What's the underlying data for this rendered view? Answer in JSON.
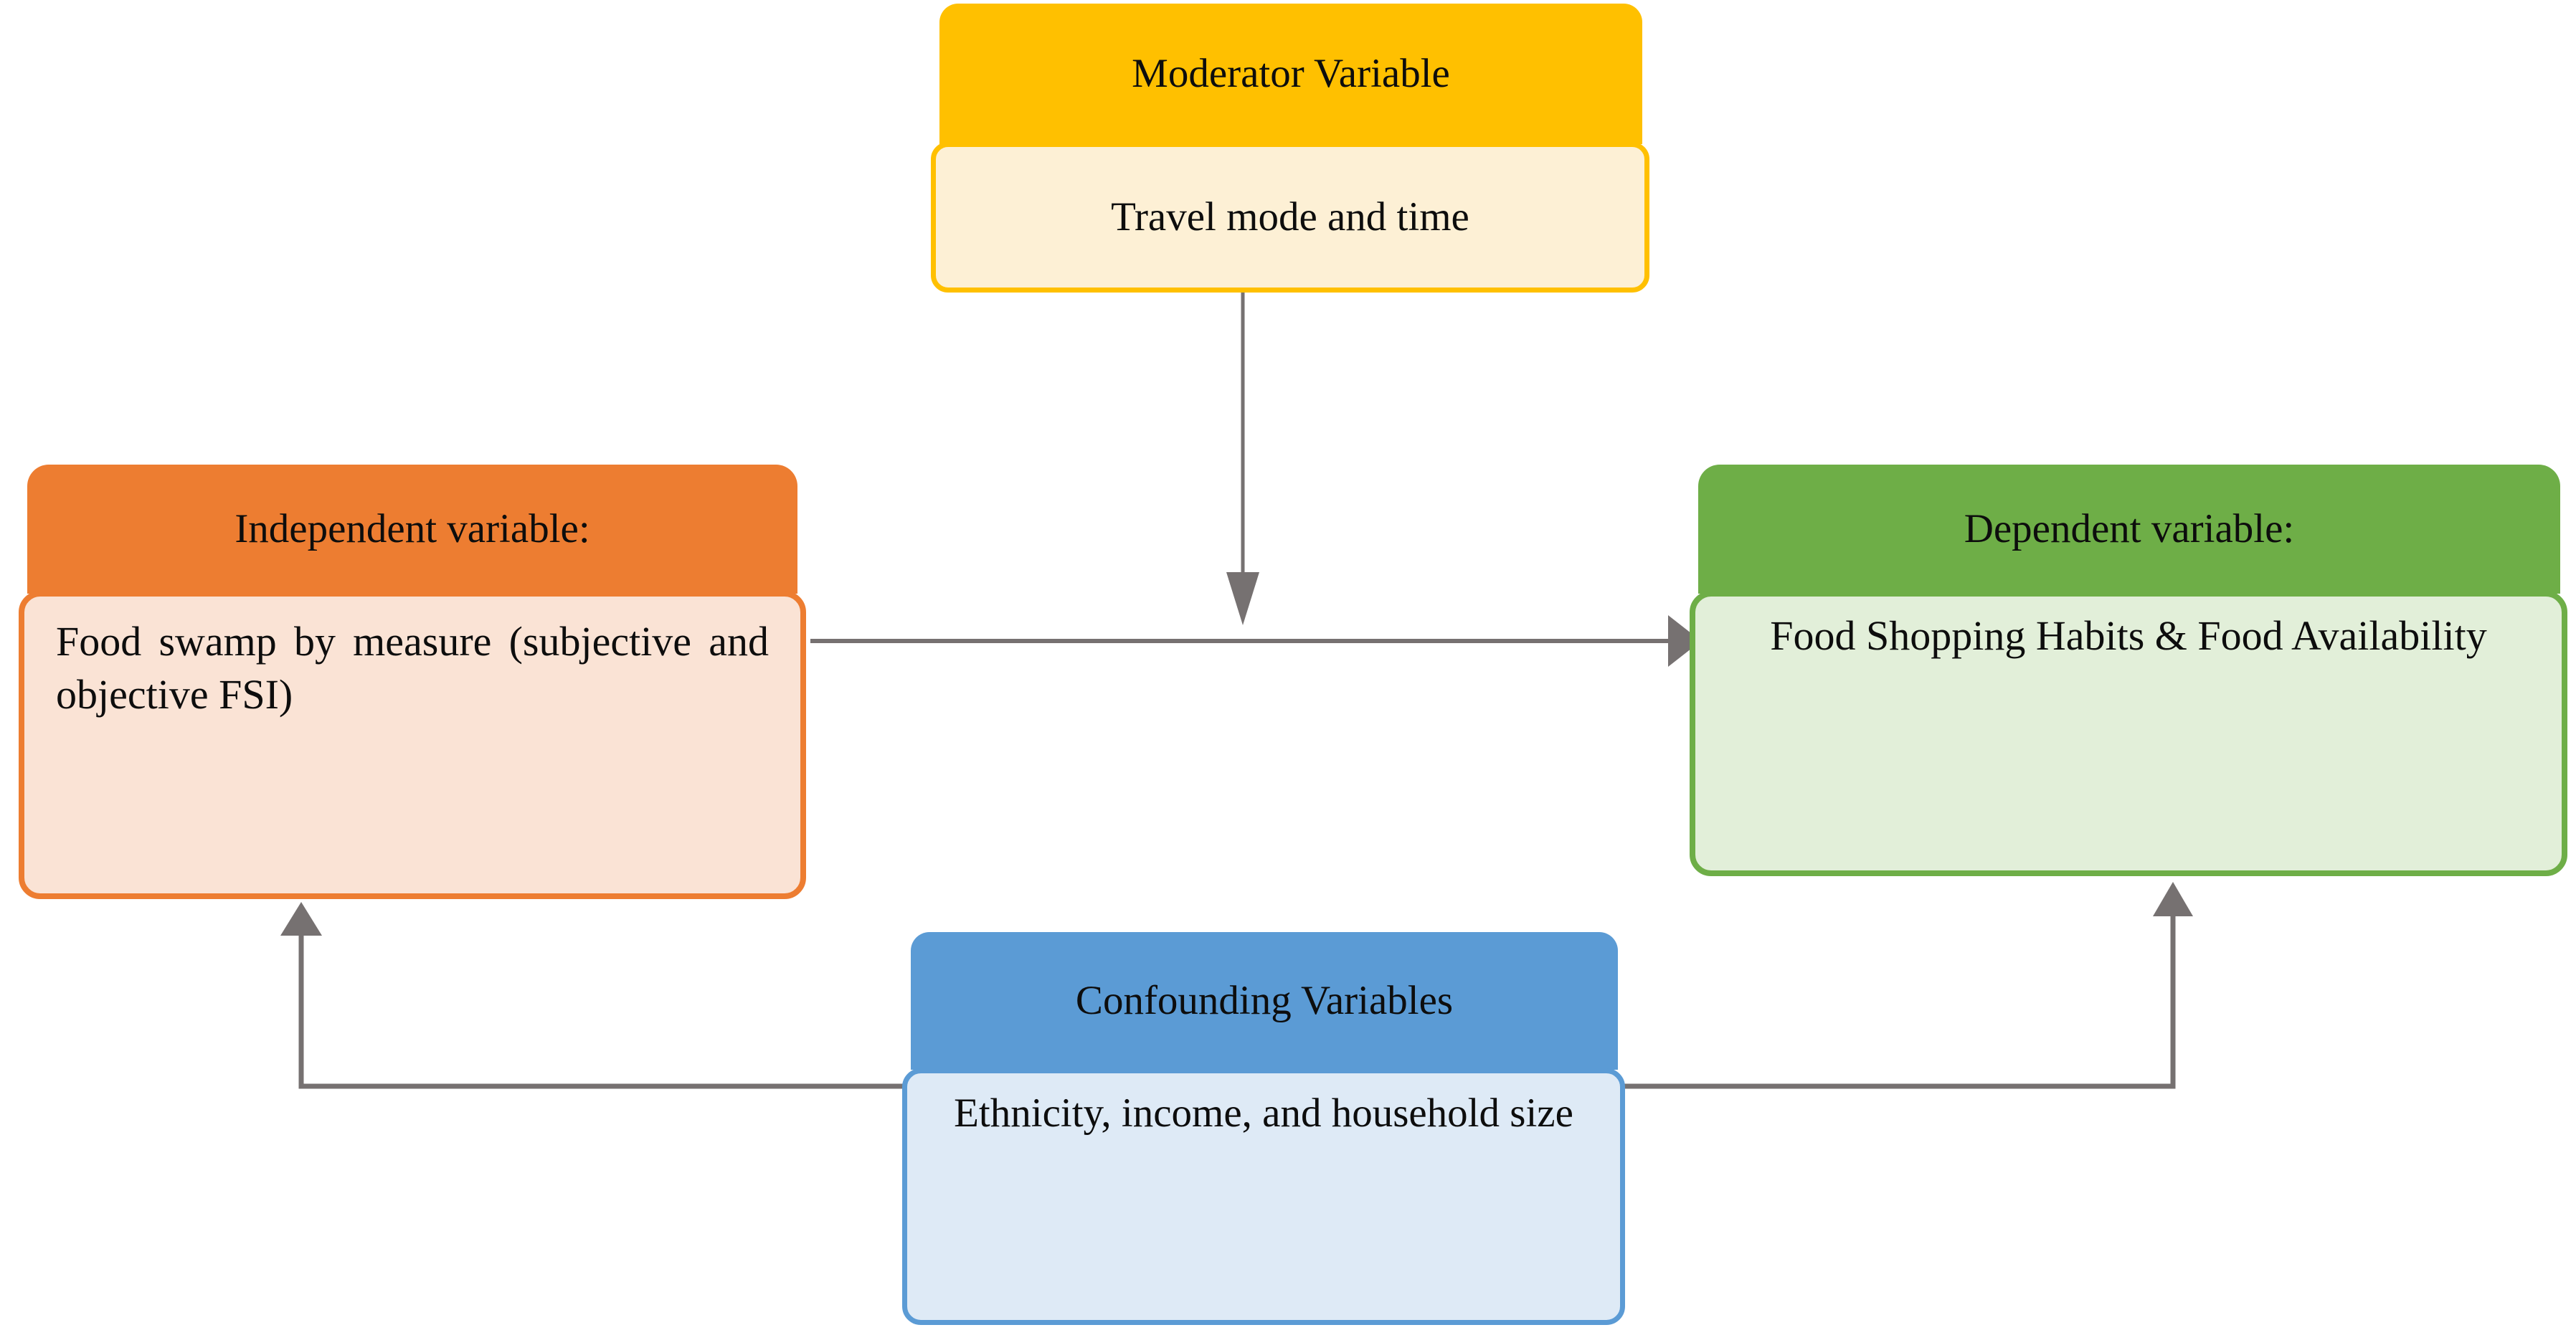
{
  "diagram": {
    "title": "Conceptual framework: food swamp, travel, confounders and food shopping outcomes",
    "background_color": "#FFFFFF",
    "connector_color": "#767171"
  },
  "nodes": {
    "moderator": {
      "header_label": "Moderator Variable",
      "body_text": "Travel mode and time",
      "header_color": "#FFC000",
      "body_color": "#FDF0D5",
      "border_color": "#FFC000"
    },
    "independent": {
      "header_label": "Independent variable:",
      "body_text": "Food swamp by measure (subjective and objective FSI)",
      "header_color": "#ED7D31",
      "body_color": "#FAE3D5",
      "border_color": "#ED7D31"
    },
    "dependent": {
      "header_label": "Dependent variable:",
      "body_text": "Food Shopping Habits & Food Availability",
      "header_color": "#6EAE47",
      "body_color": "#E2EFD9",
      "border_color": "#6EAE47"
    },
    "confounding": {
      "header_label": "Confounding Variables",
      "body_text": "Ethnicity, income, and household size",
      "header_color": "#5B9BD5",
      "body_color": "#DEEAF6",
      "border_color": "#5B9BD5"
    }
  },
  "connectors": [
    {
      "name": "moderator-to-relationship",
      "from": "moderator",
      "to": "independent-dependent-path",
      "style": "straight-vertical",
      "arrowhead": "down",
      "label": ""
    },
    {
      "name": "independent-to-dependent",
      "from": "independent",
      "to": "dependent",
      "style": "straight-horizontal",
      "arrowhead": "right",
      "label": ""
    },
    {
      "name": "confounding-to-independent",
      "from": "confounding",
      "to": "independent",
      "style": "elbow",
      "arrowhead": "up",
      "label": ""
    },
    {
      "name": "confounding-to-dependent",
      "from": "confounding",
      "to": "dependent",
      "style": "elbow",
      "arrowhead": "up",
      "label": ""
    }
  ]
}
